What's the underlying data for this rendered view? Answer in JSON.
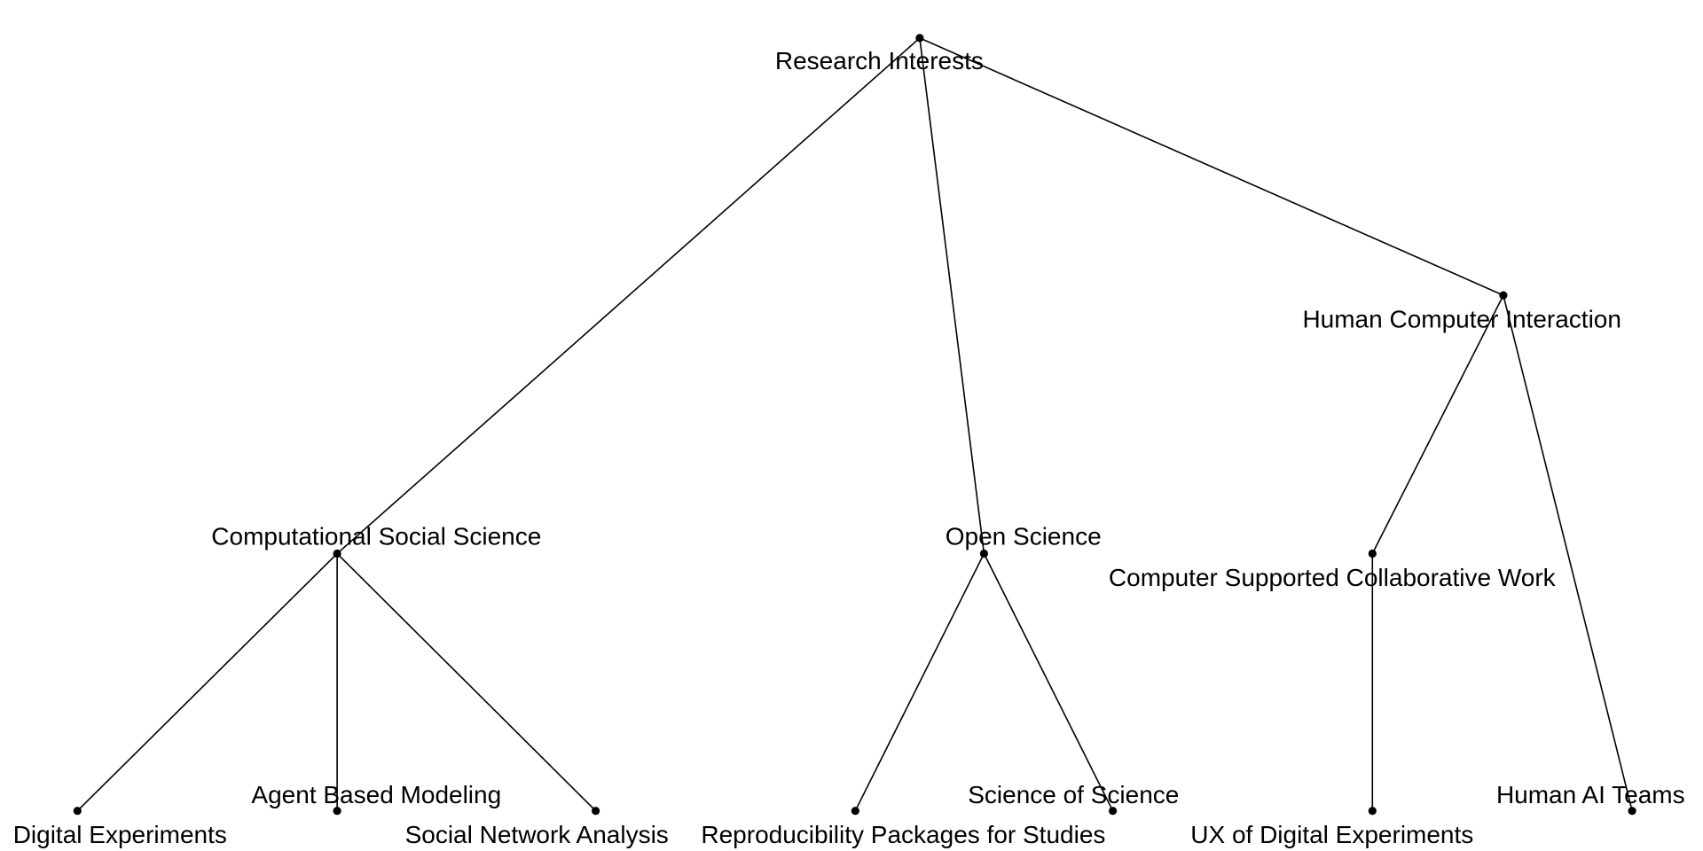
{
  "diagram": {
    "type": "tree",
    "nodes": [
      {
        "id": "root",
        "label": "Research Interests"
      },
      {
        "id": "css",
        "label": "Computational Social Science"
      },
      {
        "id": "os",
        "label": "Open Science"
      },
      {
        "id": "hci",
        "label": "Human Computer Interaction"
      },
      {
        "id": "cscw",
        "label": "Computer Supported Collaborative Work"
      },
      {
        "id": "de",
        "label": "Digital Experiments"
      },
      {
        "id": "abm",
        "label": "Agent Based Modeling"
      },
      {
        "id": "sna",
        "label": "Social Network Analysis"
      },
      {
        "id": "rps",
        "label": "Reproducibility Packages for Studies"
      },
      {
        "id": "sos",
        "label": "Science of Science"
      },
      {
        "id": "ux",
        "label": "UX of Digital Experiments"
      },
      {
        "id": "hai",
        "label": "Human AI Teams"
      }
    ],
    "edges": [
      [
        "root",
        "css"
      ],
      [
        "root",
        "os"
      ],
      [
        "root",
        "hci"
      ],
      [
        "css",
        "de"
      ],
      [
        "css",
        "abm"
      ],
      [
        "css",
        "sna"
      ],
      [
        "os",
        "rps"
      ],
      [
        "os",
        "sos"
      ],
      [
        "hci",
        "cscw"
      ],
      [
        "hci",
        "hai"
      ],
      [
        "cscw",
        "ux"
      ]
    ]
  }
}
